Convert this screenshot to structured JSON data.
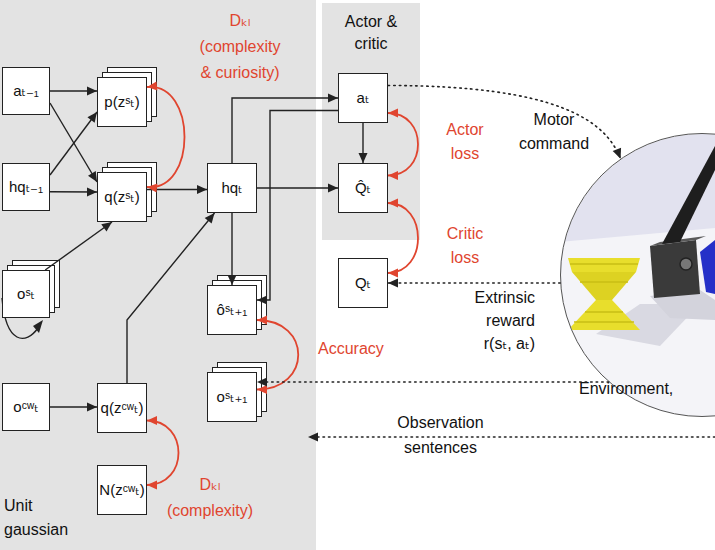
{
  "diagram": {
    "nodes": [
      {
        "text": [
          "aₜ₋₁"
        ]
      },
      {
        "text": [
          "p(zˢₜ)"
        ]
      },
      {
        "text": [
          "hqₜ₋₁"
        ]
      },
      {
        "text": [
          "q(zˢₜ)"
        ]
      },
      {
        "text": [
          "hqₜ"
        ]
      },
      {
        "text": [
          "Actor & critic"
        ]
      },
      {
        "text": [
          "aₜ"
        ],
        "in": 5
      },
      {
        "text": [
          "Q̂ₜ"
        ],
        "in": 5
      },
      {
        "text": [
          "Qₜ"
        ]
      },
      {
        "text": [
          "oˢₜ"
        ]
      },
      {
        "text": [
          "ôˢₜ₊₁"
        ]
      },
      {
        "text": [
          "oˢₜ₊₁"
        ]
      },
      {
        "text": [
          "oᶜʷₜ"
        ]
      },
      {
        "text": [
          "q(zᶜʷₜ)"
        ]
      },
      {
        "text": [
          "N(zᶜʷₜ)"
        ]
      },
      {
        "text": [
          "Environment,"
        ]
      }
    ],
    "edges": [
      {
        "from": 0,
        "to": 1,
        "arrow": "to"
      },
      {
        "from": 0,
        "to": 3,
        "arrow": "to"
      },
      {
        "from": 2,
        "to": 1,
        "arrow": "to"
      },
      {
        "from": 2,
        "to": 3,
        "arrow": "to"
      },
      {
        "from": 9,
        "to": 3,
        "arrow": "to"
      },
      {
        "from": 3,
        "to": 4,
        "arrow": "to"
      },
      {
        "from": 12,
        "to": 13,
        "arrow": "to"
      },
      {
        "from": 13,
        "to": 4,
        "arrow": "to"
      },
      {
        "from": 4,
        "to": 6,
        "arrow": "to"
      },
      {
        "from": 4,
        "to": 7,
        "arrow": "to"
      },
      {
        "from": 6,
        "to": 7,
        "arrow": "to"
      },
      {
        "from": 4,
        "to": 10,
        "arrow": "to"
      },
      {
        "from": 6,
        "to": 10,
        "arrow": "to"
      },
      {
        "from": 1,
        "to": 3,
        "arrow": "both",
        "label": "Dₖₗ (complexity & curiosity)"
      },
      {
        "from": 6,
        "to": 7,
        "arrow": "both",
        "label": "Actor loss"
      },
      {
        "from": 7,
        "to": 8,
        "arrow": "both",
        "label": "Critic loss"
      },
      {
        "from": 10,
        "to": 11,
        "arrow": "both",
        "label": "Accuracy"
      },
      {
        "from": 13,
        "to": 14,
        "arrow": "both",
        "label": "Dₖₗ (complexity)"
      },
      {
        "from": 6,
        "to": 15,
        "arrow": "to",
        "label": "Motor command"
      },
      {
        "from": 15,
        "to": 8,
        "arrow": "to",
        "label": "Extrinsic reward r(sₜ, aₜ)"
      },
      {
        "from": 15,
        "to": 11,
        "arrow": "to"
      }
    ],
    "labels": [
      "Observation sentences",
      "Unit gaussian"
    ]
  }
}
